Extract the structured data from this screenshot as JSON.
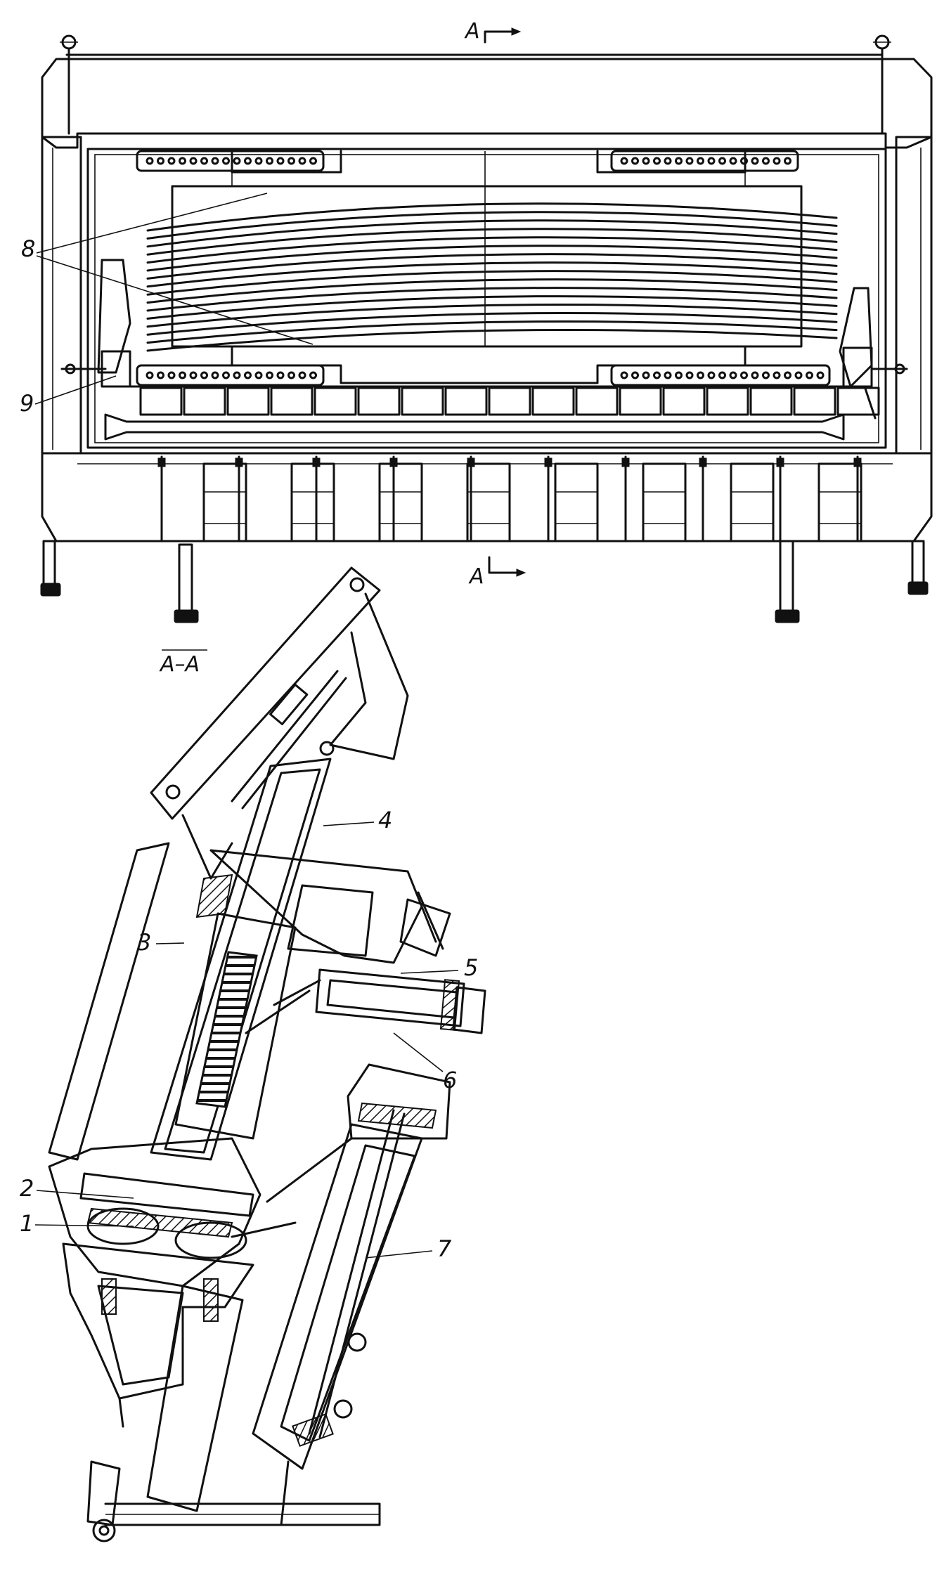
{
  "section_marks": {
    "top_arrow": "A",
    "bottom_arrow": "A",
    "section_title": "A–A"
  },
  "callouts": {
    "c1": "1",
    "c2": "2",
    "c3": "3",
    "c4": "4",
    "c5": "5",
    "c6": "6",
    "c7": "7",
    "c8": "8",
    "c9": "9"
  },
  "colors": {
    "ink": "#111111",
    "paper": "#ffffff"
  }
}
